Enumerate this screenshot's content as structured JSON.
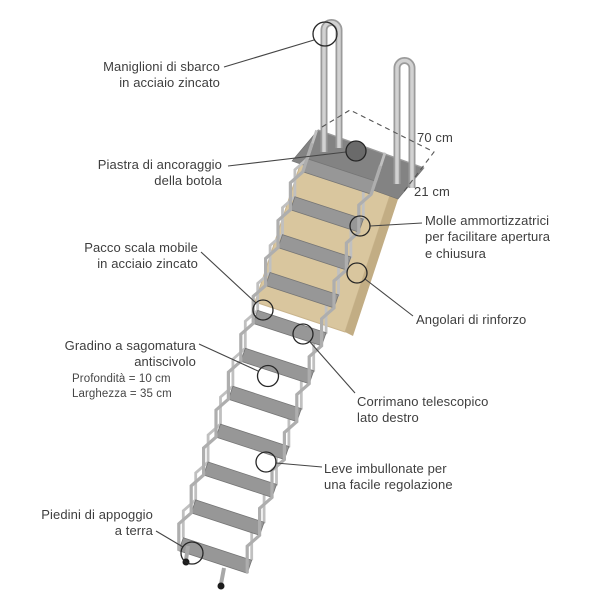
{
  "illustration": {
    "alt": "Scala retrattile a pantografo con botola e maniglioni",
    "colors": {
      "wood": "#d9c69e",
      "wood_edge": "#c2ad84",
      "plate": "#838383",
      "plate_circle_fill": "#6a6a6a",
      "metal_light": "#c0c0c0",
      "metal_mid": "#aeaeae",
      "tread": "#979797",
      "line": "#454545",
      "circle_stroke": "#262626",
      "foot_tip": "#1c1c1c"
    }
  },
  "labels": {
    "maniglioni": "Maniglioni di sbarco\nin acciaio zincato",
    "piastra": "Piastra di ancoraggio\ndella botola",
    "pacco": "Pacco scala mobile\nin acciaio zincato",
    "gradino": "Gradino a sagomatura\nantiscivolo",
    "gradino_specs": "Profondità = 10 cm\nLarghezza = 35 cm",
    "piedini": "Piedini di appoggio\na terra",
    "molle": "Molle ammortizzatrici\nper facilitare apertura\ne chiusura",
    "angolari": "Angolari di rinforzo",
    "corrimano": "Corrimano telescopico\nlato destro",
    "leve": "Leve imbullonate per\nuna facile regolazione",
    "dim_width": "70 cm",
    "dim_depth": "21 cm"
  }
}
